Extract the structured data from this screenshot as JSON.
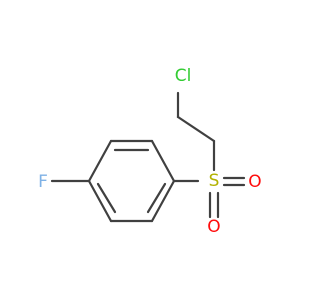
{
  "molecule": {
    "atoms": {
      "chlorine": {
        "label": "Cl",
        "color": "#33cc33"
      },
      "sulfur": {
        "label": "S",
        "color": "#b2b200"
      },
      "oxygen_1": {
        "label": "O",
        "color": "#ff0d0d"
      },
      "oxygen_2": {
        "label": "O",
        "color": "#ff0d0d"
      },
      "fluorine": {
        "label": "F",
        "color": "#7fb2e6"
      }
    },
    "bond_color": "#404040"
  }
}
